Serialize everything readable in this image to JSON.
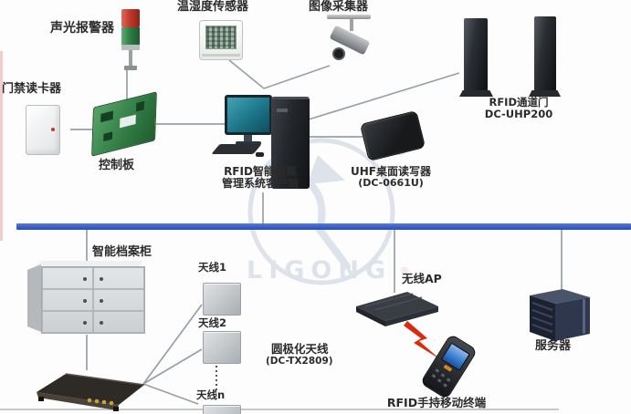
{
  "colors": {
    "bus-blue": "#3a5ec7",
    "alarm-red": "#c0392b",
    "alarm-green": "#2e7d44",
    "screen-teal": "#1d7487",
    "hand-screen": "#3a7fd4",
    "lightning-red": "#d92b0f",
    "wire-gray": "#97a0a6",
    "watermark-blue": "#c3cdde"
  },
  "watermark": {
    "brand": "LIGONG",
    "registered": "®"
  },
  "devices": {
    "alarm": {
      "label": "声光报警器"
    },
    "door_reader": {
      "label": "门禁读卡器"
    },
    "control_board": {
      "label": "控制板"
    },
    "temp_sensor": {
      "label": "温湿度传感器"
    },
    "camera": {
      "label": "图像采集器"
    },
    "client": {
      "line1": "RFID智能档案",
      "line2": "管理系统客户端"
    },
    "uhf_desktop_reader": {
      "label": "UHF桌面读写器",
      "model": "(DC-0661U)"
    },
    "channel_gate": {
      "label": "RFID通道门",
      "model": "DC-UHP200"
    },
    "smart_cabinet": {
      "label": "智能档案柜"
    },
    "antenna_1": {
      "label": "天线1"
    },
    "antenna_2": {
      "label": "天线2"
    },
    "antenna_n": {
      "label": "天线n"
    },
    "polarized_antenna": {
      "label": "圆极化天线",
      "model": "(DC-TX2809)"
    },
    "wireless_ap": {
      "label": "无线AP"
    },
    "handheld_terminal": {
      "label": "RFID手持移动终端"
    },
    "server": {
      "label": "服务器"
    }
  }
}
